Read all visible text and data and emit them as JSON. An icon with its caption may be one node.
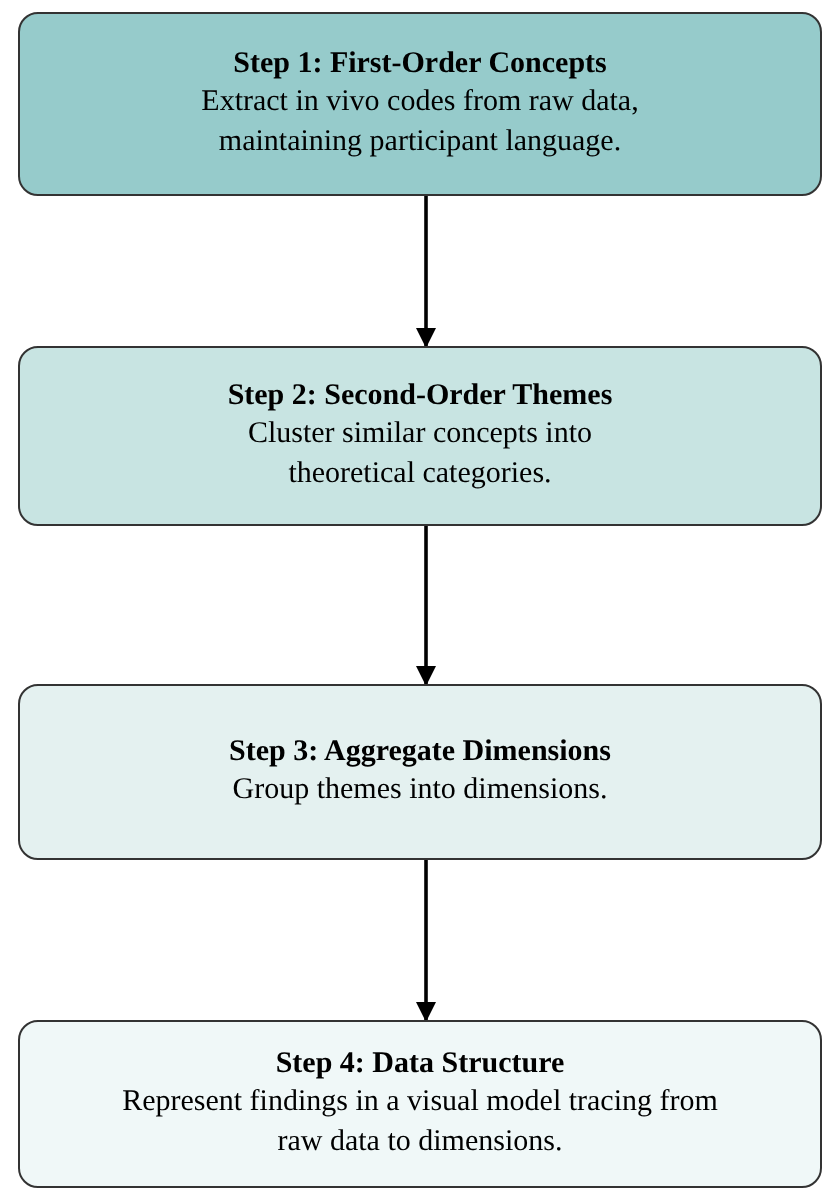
{
  "diagram": {
    "nodes": [
      {
        "text": [
          "Step 1: First-Order Concepts",
          "Extract in vivo codes from raw data, maintaining participant language."
        ]
      },
      {
        "text": [
          "Step 2: Second-Order Themes",
          "Cluster similar concepts into theoretical categories."
        ]
      },
      {
        "text": [
          "Step 3: Aggregate Dimensions",
          "Group themes into dimensions."
        ]
      },
      {
        "text": [
          "Step 4: Data Structure",
          "Represent findings in a visual model tracing from raw data to dimensions."
        ]
      }
    ],
    "edges": [
      {
        "from": 0,
        "to": 1,
        "arrow": "to"
      },
      {
        "from": 1,
        "to": 2,
        "arrow": "to"
      },
      {
        "from": 2,
        "to": 3,
        "arrow": "to"
      }
    ]
  }
}
